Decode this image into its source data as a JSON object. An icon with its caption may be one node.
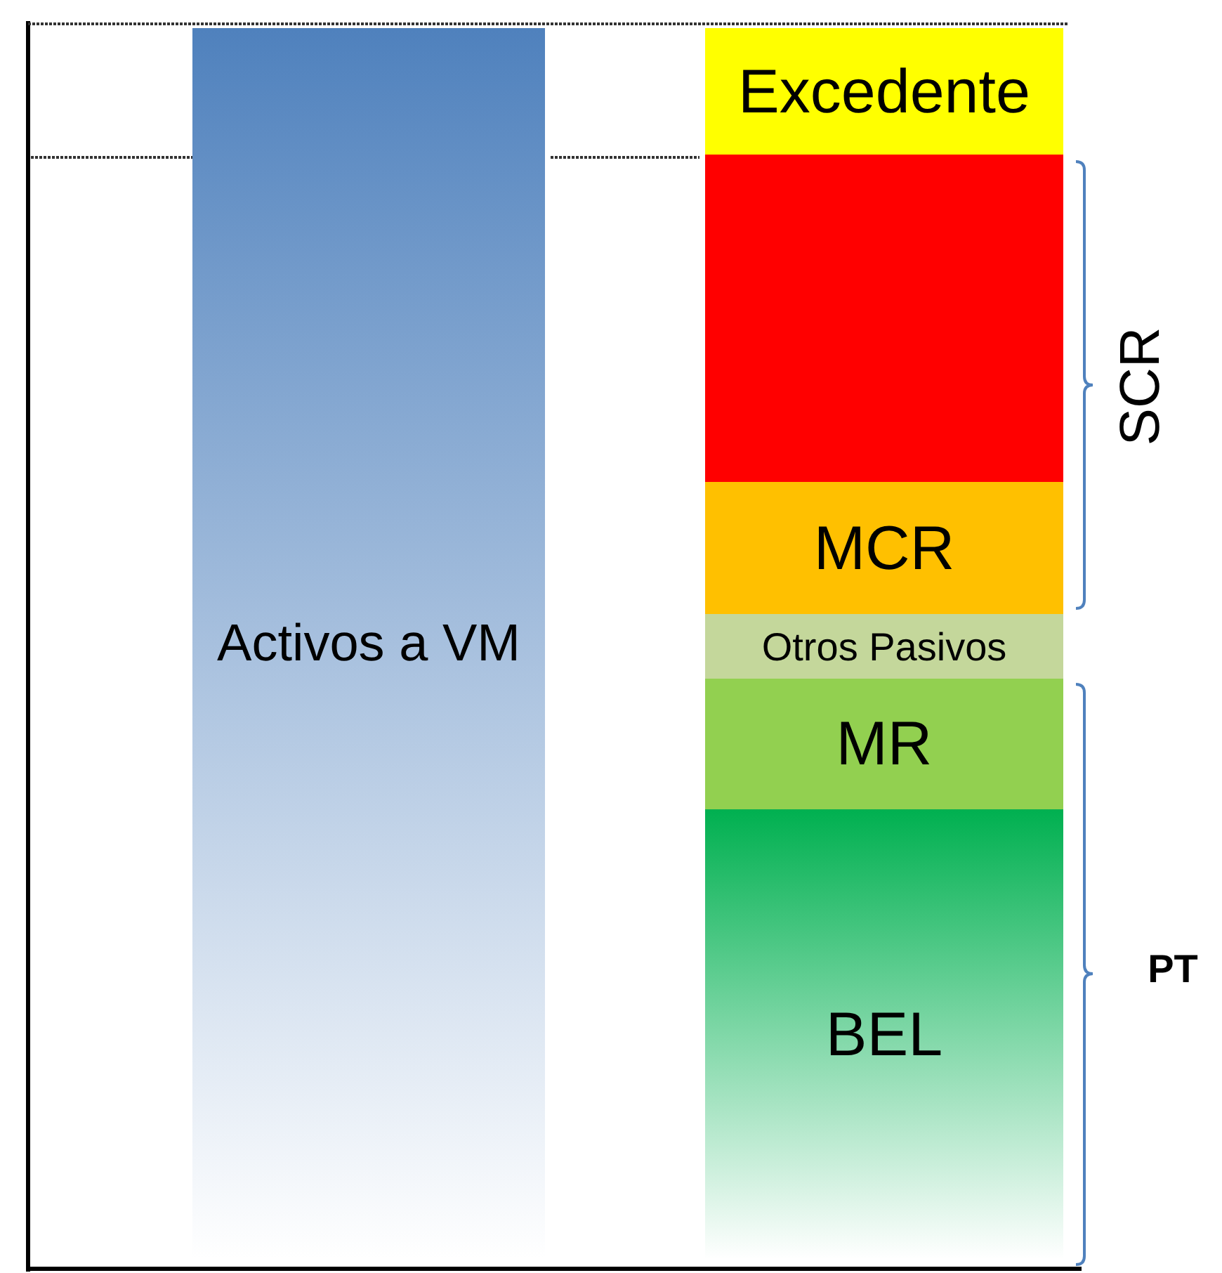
{
  "diagram": {
    "nodes": [
      {
        "text": [
          "Activos a VM"
        ]
      },
      {
        "text": [
          "Excedente"
        ]
      },
      {
        "text": [],
        "shape": "box"
      },
      {
        "text": [
          "MCR"
        ]
      },
      {
        "text": [
          "Otros Pasivos"
        ]
      },
      {
        "text": [
          "MR"
        ]
      },
      {
        "text": [
          "BEL"
        ]
      }
    ],
    "labels": [
      "SCR",
      "PT"
    ]
  }
}
